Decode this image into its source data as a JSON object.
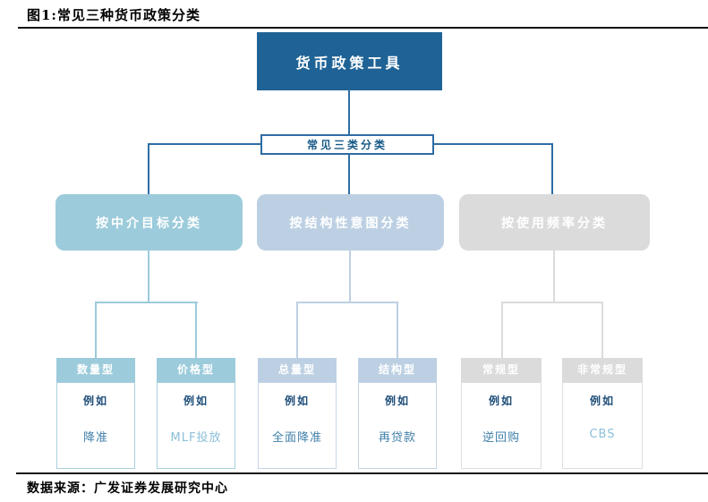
{
  "figure": {
    "title": "图1:常见三种货币政策分类",
    "source": "数据来源：广发证券发展研究中心"
  },
  "tree": {
    "root": "货币政策工具",
    "classification_label": "常见三类分类",
    "branches": [
      {
        "label": "按中介目标分类",
        "children": [
          {
            "type": "数量型",
            "example_label": "例如",
            "example": "降准"
          },
          {
            "type": "价格型",
            "example_label": "例如",
            "example": "MLF投放"
          }
        ]
      },
      {
        "label": "按结构性意图分类",
        "children": [
          {
            "type": "总量型",
            "example_label": "例如",
            "example": "全面降准"
          },
          {
            "type": "结构型",
            "example_label": "例如",
            "example": "再贷款"
          }
        ]
      },
      {
        "label": "按使用频率分类",
        "children": [
          {
            "type": "常规型",
            "example_label": "例如",
            "example": "逆回购"
          },
          {
            "type": "非常规型",
            "example_label": "例如",
            "example": "CBS"
          }
        ]
      }
    ]
  },
  "colors": {
    "root_fill": "#1F6396",
    "connector_dark": "#2E6DA3",
    "branch_intermediate_target": "#9CCBDB",
    "branch_structural_intent": "#BDD0E3",
    "branch_usage_frequency": "#DBDBDB",
    "example_label_text": "#1F4E79",
    "example_text_dark": "#4180AA",
    "example_text_light": "#8BBFD9"
  }
}
